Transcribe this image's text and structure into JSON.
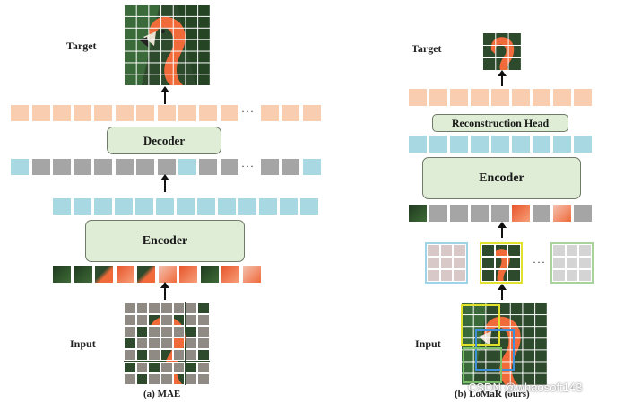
{
  "left": {
    "target_label": "Target",
    "input_label": "Input",
    "decoder_label": "Decoder",
    "encoder_label": "Encoder",
    "ellipsis_top": "···",
    "ellipsis_mid": "···",
    "caption": "(a) MAE"
  },
  "right": {
    "target_label": "Target",
    "input_label": "Input",
    "head_label": "Reconstruction Head",
    "encoder_label": "Encoder",
    "ellipsis": "···",
    "caption": "(b) LoMaR (ours)"
  },
  "watermark": "CSDN @whaosoft143",
  "colors": {
    "output_token": "#f9cdb0",
    "encoded_token": "#a8d9e2",
    "mask_token": "#a5a5a6",
    "box_fill": "#dfecd6",
    "window_blue": "#9fd3e6",
    "window_yellow": "#e2e12c",
    "window_green": "#a8d39a"
  }
}
